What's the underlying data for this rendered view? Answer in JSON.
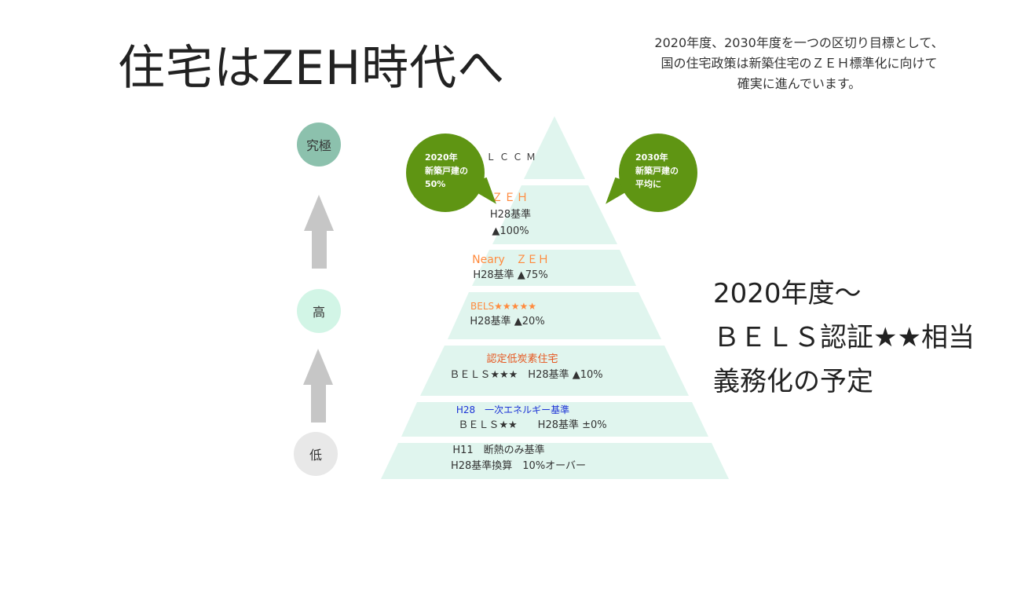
{
  "title": "住宅はZEH時代へ",
  "intro": {
    "line1": "2020年度、2030年度を一つの区切り目標として、",
    "line2": "国の住宅政策は新築住宅のＺＥＨ標準化に向けて",
    "line3": "確実に進んでいます。"
  },
  "scale": {
    "top_label": "究極",
    "mid_label": "高",
    "low_label": "低"
  },
  "pyramid": {
    "levels": [
      {
        "line1": "ＬＣＣＭ"
      },
      {
        "line1": "ＺＥＨ",
        "line2": "H28基準",
        "line3": "▲100%"
      },
      {
        "line1": "Neary　ＺＥＨ",
        "line2": "H28基準 ▲75%"
      },
      {
        "line1": "BELS★★★★★",
        "line2": "H28基準 ▲20%"
      },
      {
        "line1": "認定低炭素住宅",
        "line2": "ＢＥＬＳ★★★　H28基準 ▲10%"
      },
      {
        "line1": "H28　一次エネルギー基準",
        "line2": "ＢＥＬＳ★★　　H28基準 ±0%"
      },
      {
        "line1": "H11　断熱のみ基準",
        "line2": "H28基準換算　10%オーバー"
      }
    ]
  },
  "bubbles": {
    "left": {
      "line1": "2020年",
      "line2": "新築戸建の",
      "line3": "50%"
    },
    "right": {
      "line1": "2030年",
      "line2": "新築戸建の",
      "line3": "平均に"
    }
  },
  "side_note": {
    "line1": "2020年度～",
    "line2": "ＢＥＬＳ認証★★相当",
    "line3": "義務化の予定"
  },
  "colors": {
    "pyramid_fill": "#e0f5ee",
    "bubble_green": "#5f9513",
    "arrow_gray": "#c6c6c6",
    "zeh_orange": "#ff8a3d",
    "low_carbon_orange": "#e6561f",
    "energy_blue": "#1b33d6"
  }
}
